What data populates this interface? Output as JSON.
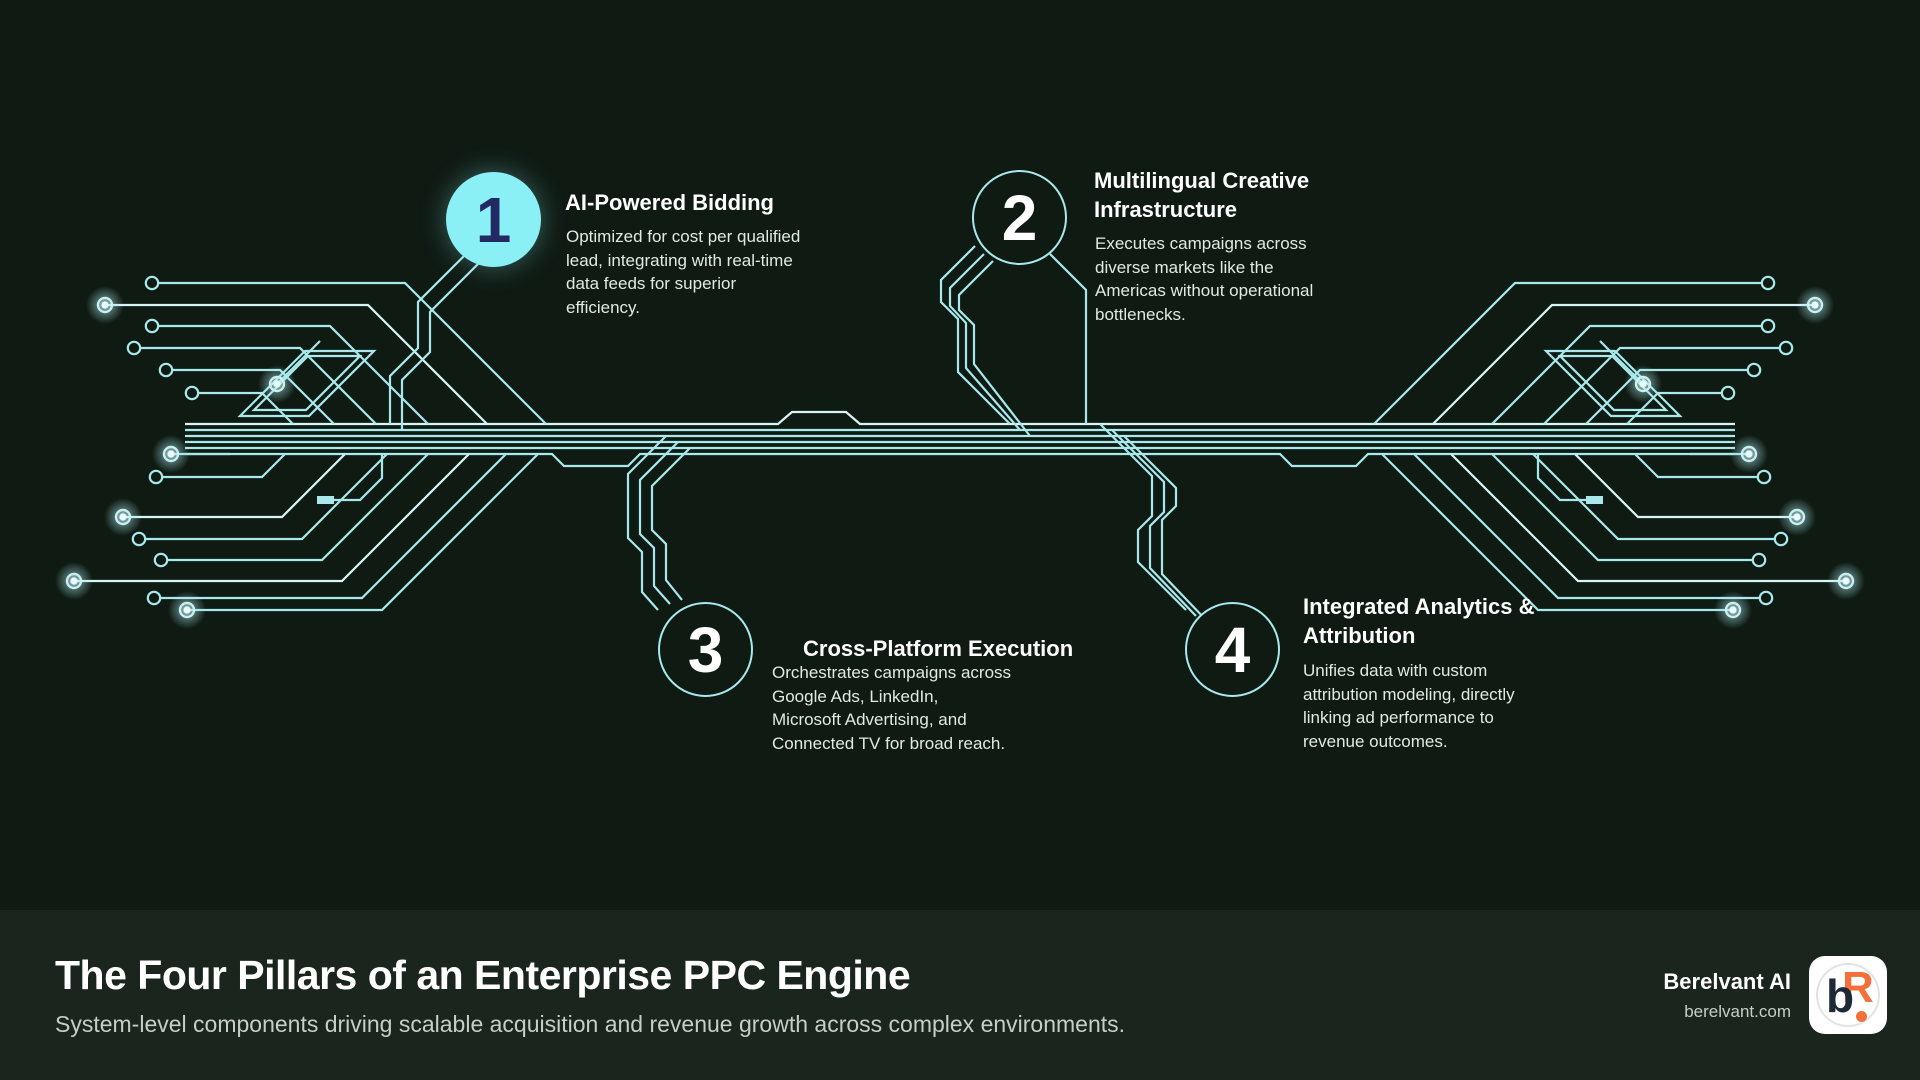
{
  "theme": {
    "background": "#0F1A13",
    "footer_background": "#1A251E",
    "trace": "#A9E8EB",
    "trace_bright": "#D8F5F6",
    "node_fill": "#8BEFF6",
    "node_number_dark": "#232A63",
    "text_primary": "#FFFFFF",
    "text_body": "#E2E9E4",
    "text_muted": "#C6CEC7",
    "logo_orange": "#F2703A",
    "logo_navy": "#1E2A38"
  },
  "pillars": [
    {
      "number": "1",
      "title": "AI-Powered Bidding",
      "description": "Optimized for cost per qualified\nlead, integrating with real-time\ndata feeds for superior\nefficiency."
    },
    {
      "number": "2",
      "title": "Multilingual Creative\nInfrastructure",
      "description": "Executes campaigns across\ndiverse markets like the\nAmericas without operational\nbottlenecks."
    },
    {
      "number": "3",
      "title": "Cross-Platform Execution",
      "description": "Orchestrates campaigns across\nGoogle Ads, LinkedIn,\nMicrosoft Advertising, and\nConnected TV for broad reach."
    },
    {
      "number": "4",
      "title": "Integrated Analytics &\nAttribution",
      "description": "Unifies data with custom\nattribution modeling, directly\nlinking ad performance to\nrevenue outcomes."
    }
  ],
  "footer": {
    "title": "The Four Pillars of an Enterprise PPC Engine",
    "subtitle": "System-level components driving scalable acquisition and revenue growth across complex environments.",
    "brand_name": "Berelvant AI",
    "brand_url": "berelvant.com",
    "logo_monogram_b": "b",
    "logo_monogram_r": "R"
  }
}
